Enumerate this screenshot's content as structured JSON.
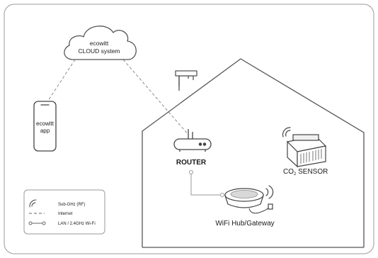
{
  "cloud": {
    "line1": "ecowitt",
    "line2": "CLOUD system"
  },
  "phone": {
    "line1": "ecowitt",
    "line2": "app"
  },
  "router": {
    "label": "ROUTER"
  },
  "sensor": {
    "label_prefix": "CO",
    "label_sub": "2",
    "label_suffix": " SENSOR"
  },
  "hub": {
    "label": "WiFi Hub/Gateway"
  },
  "legend": {
    "items": [
      {
        "icon": "signal-waves-icon",
        "label": "Sub-GHz (RF)"
      },
      {
        "icon": "dashed-line-icon",
        "label": "Internet"
      },
      {
        "icon": "circle-line-icon",
        "label": "LAN / 2.4GHz Wi-Fi"
      }
    ]
  }
}
